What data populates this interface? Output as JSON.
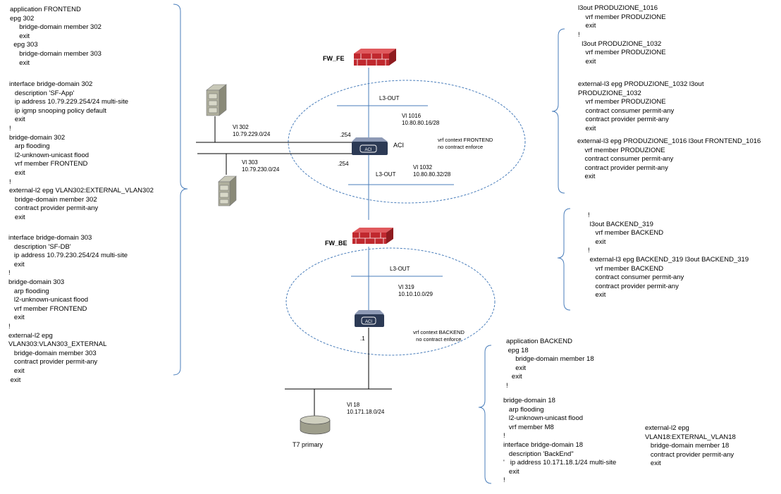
{
  "left_config": {
    "block1": "application FRONTEND\nepg 302\n     bridge-domain member 302\n     exit\n  epg 303\n     bridge-domain member 303\n     exit",
    "block2": "interface bridge-domain 302\n   description 'SF-App'\n   ip address 10.79.229.254/24 multi-site\n   ip igmp snooping policy default\n   exit\n!\nbridge-domain 302\n   arp flooding\n   l2-unknown-unicast flood\n   vrf member FRONTEND\n   exit\n!\nexternal-l2 epg VLAN302:EXTERNAL_VLAN302\n   bridge-domain member 302\n   contract provider permit-any\n   exit",
    "block3": "interface bridge-domain 303\n   description 'SF-DB'\n   ip address 10.79.230.254/24 multi-site\n   exit\n!\nbridge-domain 303\n   arp flooding\n   l2-unknown-unicast flood\n   vrf member FRONTEND\n   exit\n!\nexternal-l2 epg\nVLAN303:VLAN303_EXTERNAL\n   bridge-domain member 303\n   contract provider permit-any\n   exit\n exit"
  },
  "right_top_config": {
    "block1": "l3out PRODUZIONE_1016\n    vrf member PRODUZIONE\n    exit",
    "block2": "!\n  l3out PRODUZIONE_1032\n    vrf member PRODUZIONE\n    exit",
    "block3": "external-l3 epg PRODUZIONE_1032 l3out\nPRODUZIONE_1032\n    vrf member PRODUZIONE\n    contract consumer permit-any\n    contract provider permit-any\n    exit",
    "block4": "external-l3 epg PRODUZIONE_1016 l3out FRONTEND_1016\n    vrf member PRODUZIONE\n    contract consumer permit-any\n    contract provider permit-any\n    exit"
  },
  "right_mid_config": {
    "block1": "!\n l3out BACKEND_319\n    vrf member BACKEND\n    exit\n!\n external-l3 epg BACKEND_319 l3out BACKEND_319\n    vrf member BACKEND\n    contract consumer permit-any\n    contract provider permit-any\n    exit"
  },
  "bottom_config": {
    "block1": "application BACKEND\n epg 18\n     bridge-domain member 18\n     exit\n   exit\n!",
    "block2": "bridge-domain 18\n   arp flooding\n   l2-unknown-unicast flood\n   vrf member M8\n!\ninterface bridge-domain 18\n   description 'BackEnd\"\n'   ip address 10.171.18.1/24 multi-site\n   exit\n!",
    "block3": "external-l2 epg\nVLAN18:EXTERNAL_VLAN18\n   bridge-domain member 18\n   contract provider permit-any\n   exit"
  },
  "diagram": {
    "fw_fe": "FW_FE",
    "fw_be": "FW_BE",
    "aci_label": "ACI",
    "l3out_top": "L3-OUT",
    "l3out_mid": "L3-OUT",
    "l3out_be": "L3-OUT",
    "vl1016": "Vl 1016\n10.80.80.16/28",
    "vl1032": "Vl 1032\n10.80.80.32/28",
    "vl302": "Vl 302\n10.79.229.0/24",
    "vl303": "Vl 303\n10.79.230.0/24",
    "ip254_a": ".254",
    "ip254_b": ".254",
    "vrf_fe": "vrf context FRONTEND\nno contract enforce",
    "vl319": "Vl 319\n10.10.10.0/29",
    "vrf_be": "vrf context BACKEND\n  no contract enforce",
    "ip1": ".1",
    "vl18": "Vl 18\n10.171.18.0/24",
    "t7": "T7 primary",
    "switch_logo": "ACI"
  },
  "colors": {
    "bracket": "#4a7ebb",
    "ellipse": "#4a7ebb",
    "firewall": "#c0282e",
    "switch": "#2c3a55",
    "disk": "#9e9e8c",
    "server": "#a8a898"
  }
}
